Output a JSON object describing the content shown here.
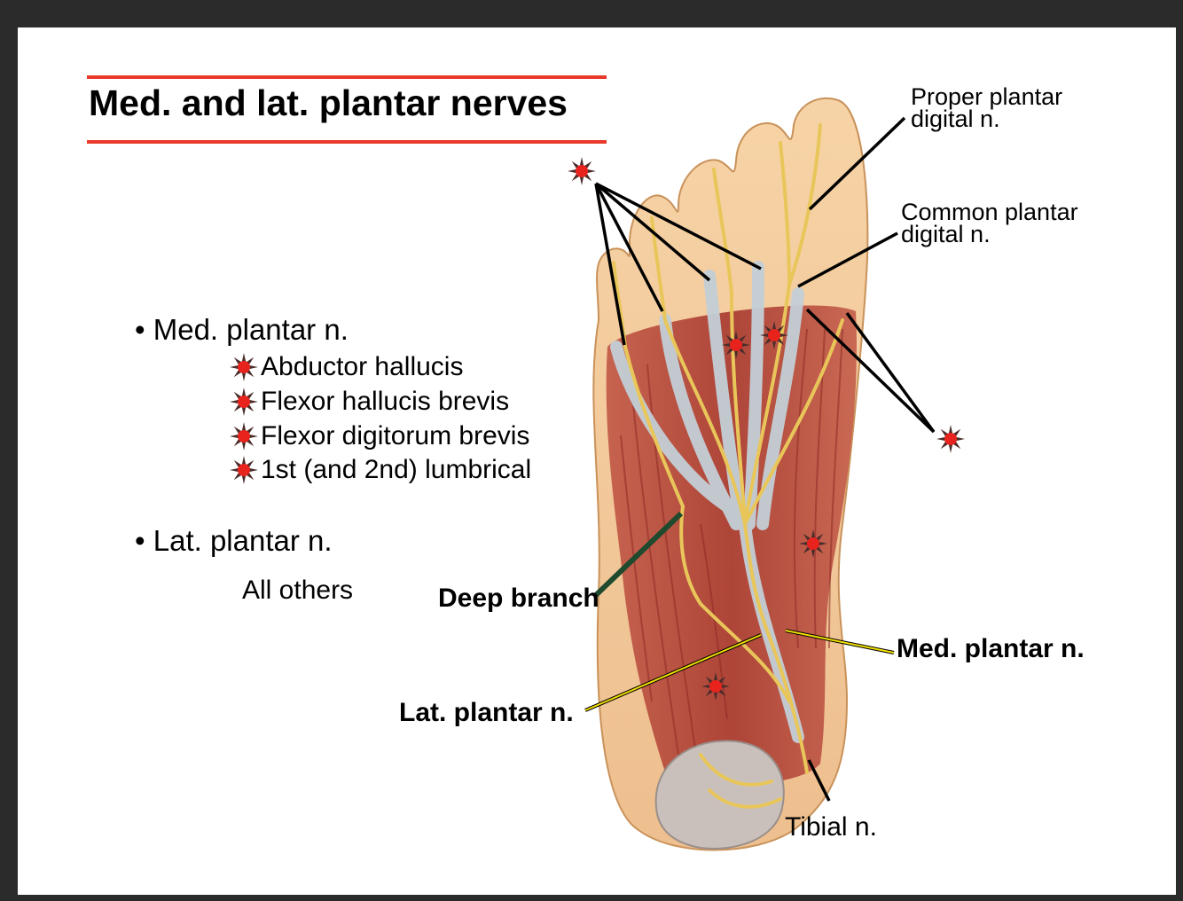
{
  "title": "Med. and lat. plantar nerves",
  "colors": {
    "rule": "#e8392b",
    "marker_fill": "#e8231e",
    "marker_outline": "#4a2d2a",
    "deep_branch_line": "#1f4a2e",
    "nerve_leader": "#f2e000",
    "skin": "#f3c79a",
    "muscle": "#b9473a",
    "tendon": "#c9d3d8",
    "nerve": "#f0d070"
  },
  "bullets": [
    {
      "label": "Med. plantar n.",
      "items": [
        "Abductor hallucis",
        "Flexor hallucis brevis",
        "Flexor digitorum brevis",
        "1st (and 2nd) lumbrical"
      ]
    },
    {
      "label": "Lat. plantar n.",
      "note": "All others"
    }
  ],
  "diagram_labels": {
    "proper_plantar_digital": [
      "Proper plantar",
      "digital n."
    ],
    "common_plantar_digital": [
      "Common plantar",
      "digital n."
    ],
    "deep_branch": "Deep branch",
    "med_plantar": "Med. plantar n.",
    "lat_plantar": "Lat. plantar n.",
    "tibial": "Tibial n."
  },
  "icons": {
    "marker": "star-burst-marker-icon"
  }
}
